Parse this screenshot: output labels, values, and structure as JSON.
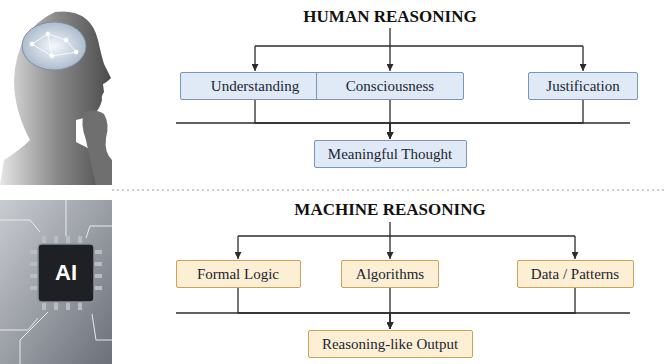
{
  "diagram": {
    "nodes": [
      {
        "text": [
          "Understanding"
        ]
      },
      {
        "text": [
          "Consciousness"
        ]
      },
      {
        "text": [
          "Justification"
        ]
      },
      {
        "text": [
          "Meaningful Thought"
        ]
      },
      {
        "text": [
          "Formal Logic"
        ]
      },
      {
        "text": [
          "Algorithms"
        ]
      },
      {
        "text": [
          "Data / Patterns"
        ]
      },
      {
        "text": [
          "Reasoning-like Output"
        ]
      }
    ],
    "edges": [
      {
        "from": 0,
        "to": 3,
        "arrow": "to"
      },
      {
        "from": 1,
        "to": 3,
        "arrow": "to"
      },
      {
        "from": 2,
        "to": 3,
        "arrow": "to"
      },
      {
        "from": 4,
        "to": 7,
        "arrow": "to"
      },
      {
        "from": 5,
        "to": 7,
        "arrow": "to"
      },
      {
        "from": 6,
        "to": 7,
        "arrow": "to"
      }
    ],
    "labels": [
      "HUMAN REASONING",
      "MACHINE REASONING",
      "AI"
    ]
  }
}
